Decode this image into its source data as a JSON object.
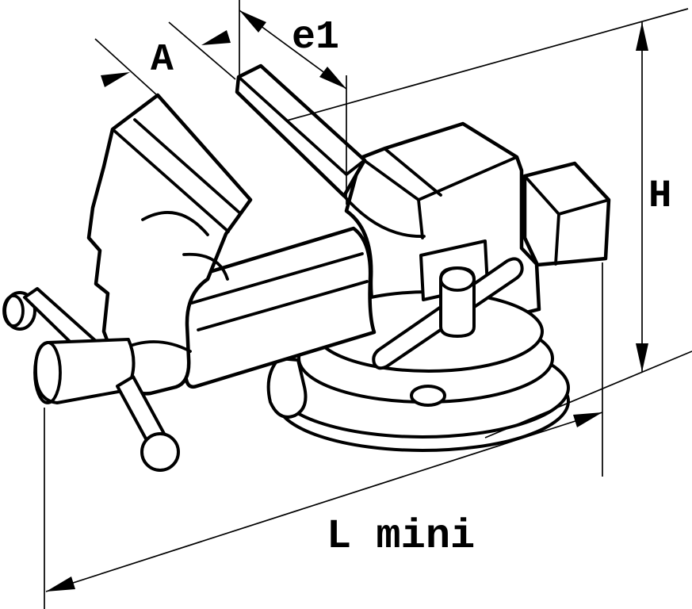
{
  "drawing": {
    "background_color": "#ffffff",
    "line_color": "#000000",
    "labels": {
      "a": "A",
      "e1": "e1",
      "h": "H",
      "l_mini": "L mini"
    }
  }
}
